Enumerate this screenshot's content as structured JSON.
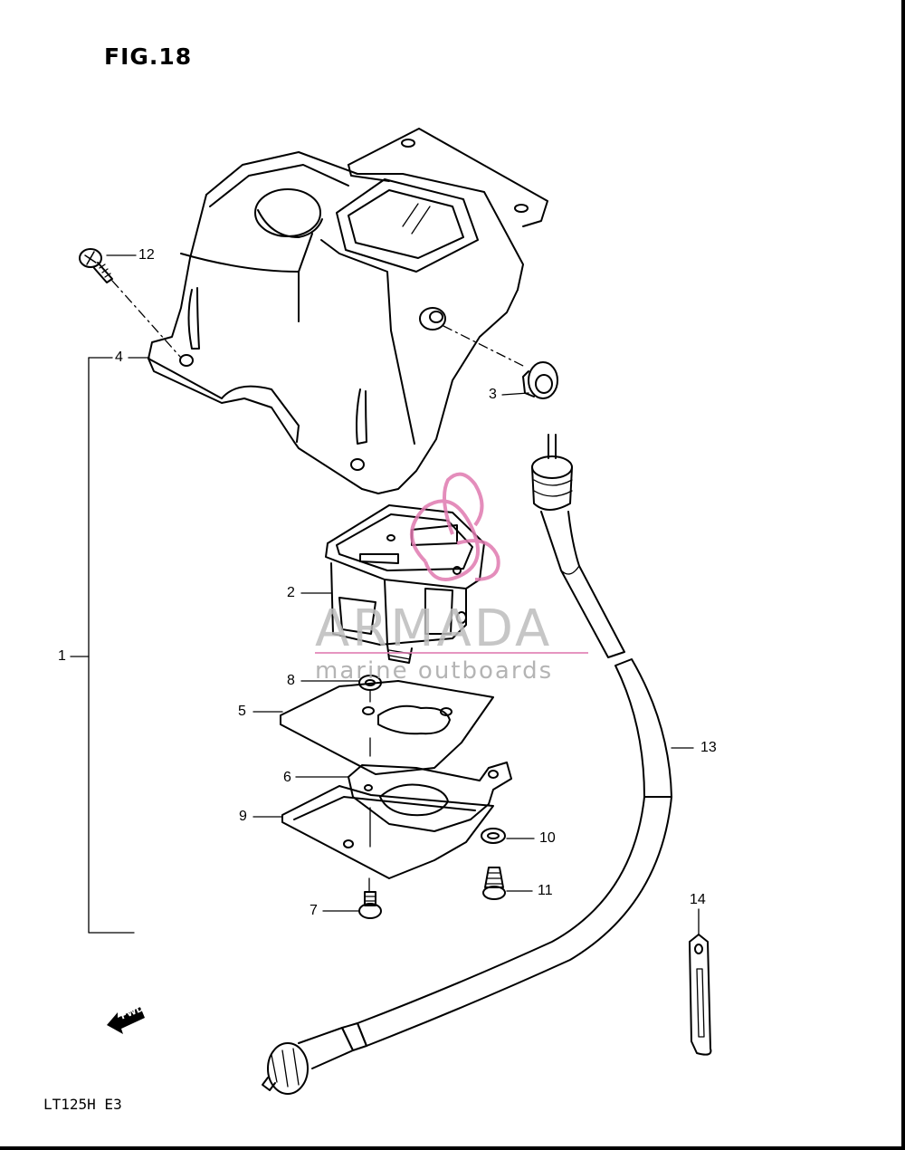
{
  "header": {
    "title": "FIG.18"
  },
  "footer": {
    "model": "LT125H E3"
  },
  "watermark": {
    "brand": "ARMADA",
    "tagline": "marine outboards",
    "accent_color": "#e07ab0",
    "logo_icon": "pink-swirl-logo"
  },
  "fwd_marker": {
    "label": "FWD",
    "icon": "arrow-fwd-icon"
  },
  "callouts": [
    "1",
    "2",
    "3",
    "4",
    "5",
    "6",
    "7",
    "8",
    "9",
    "10",
    "11",
    "12",
    "13",
    "14"
  ],
  "colors": {
    "line": "#000000",
    "background": "#ffffff"
  }
}
